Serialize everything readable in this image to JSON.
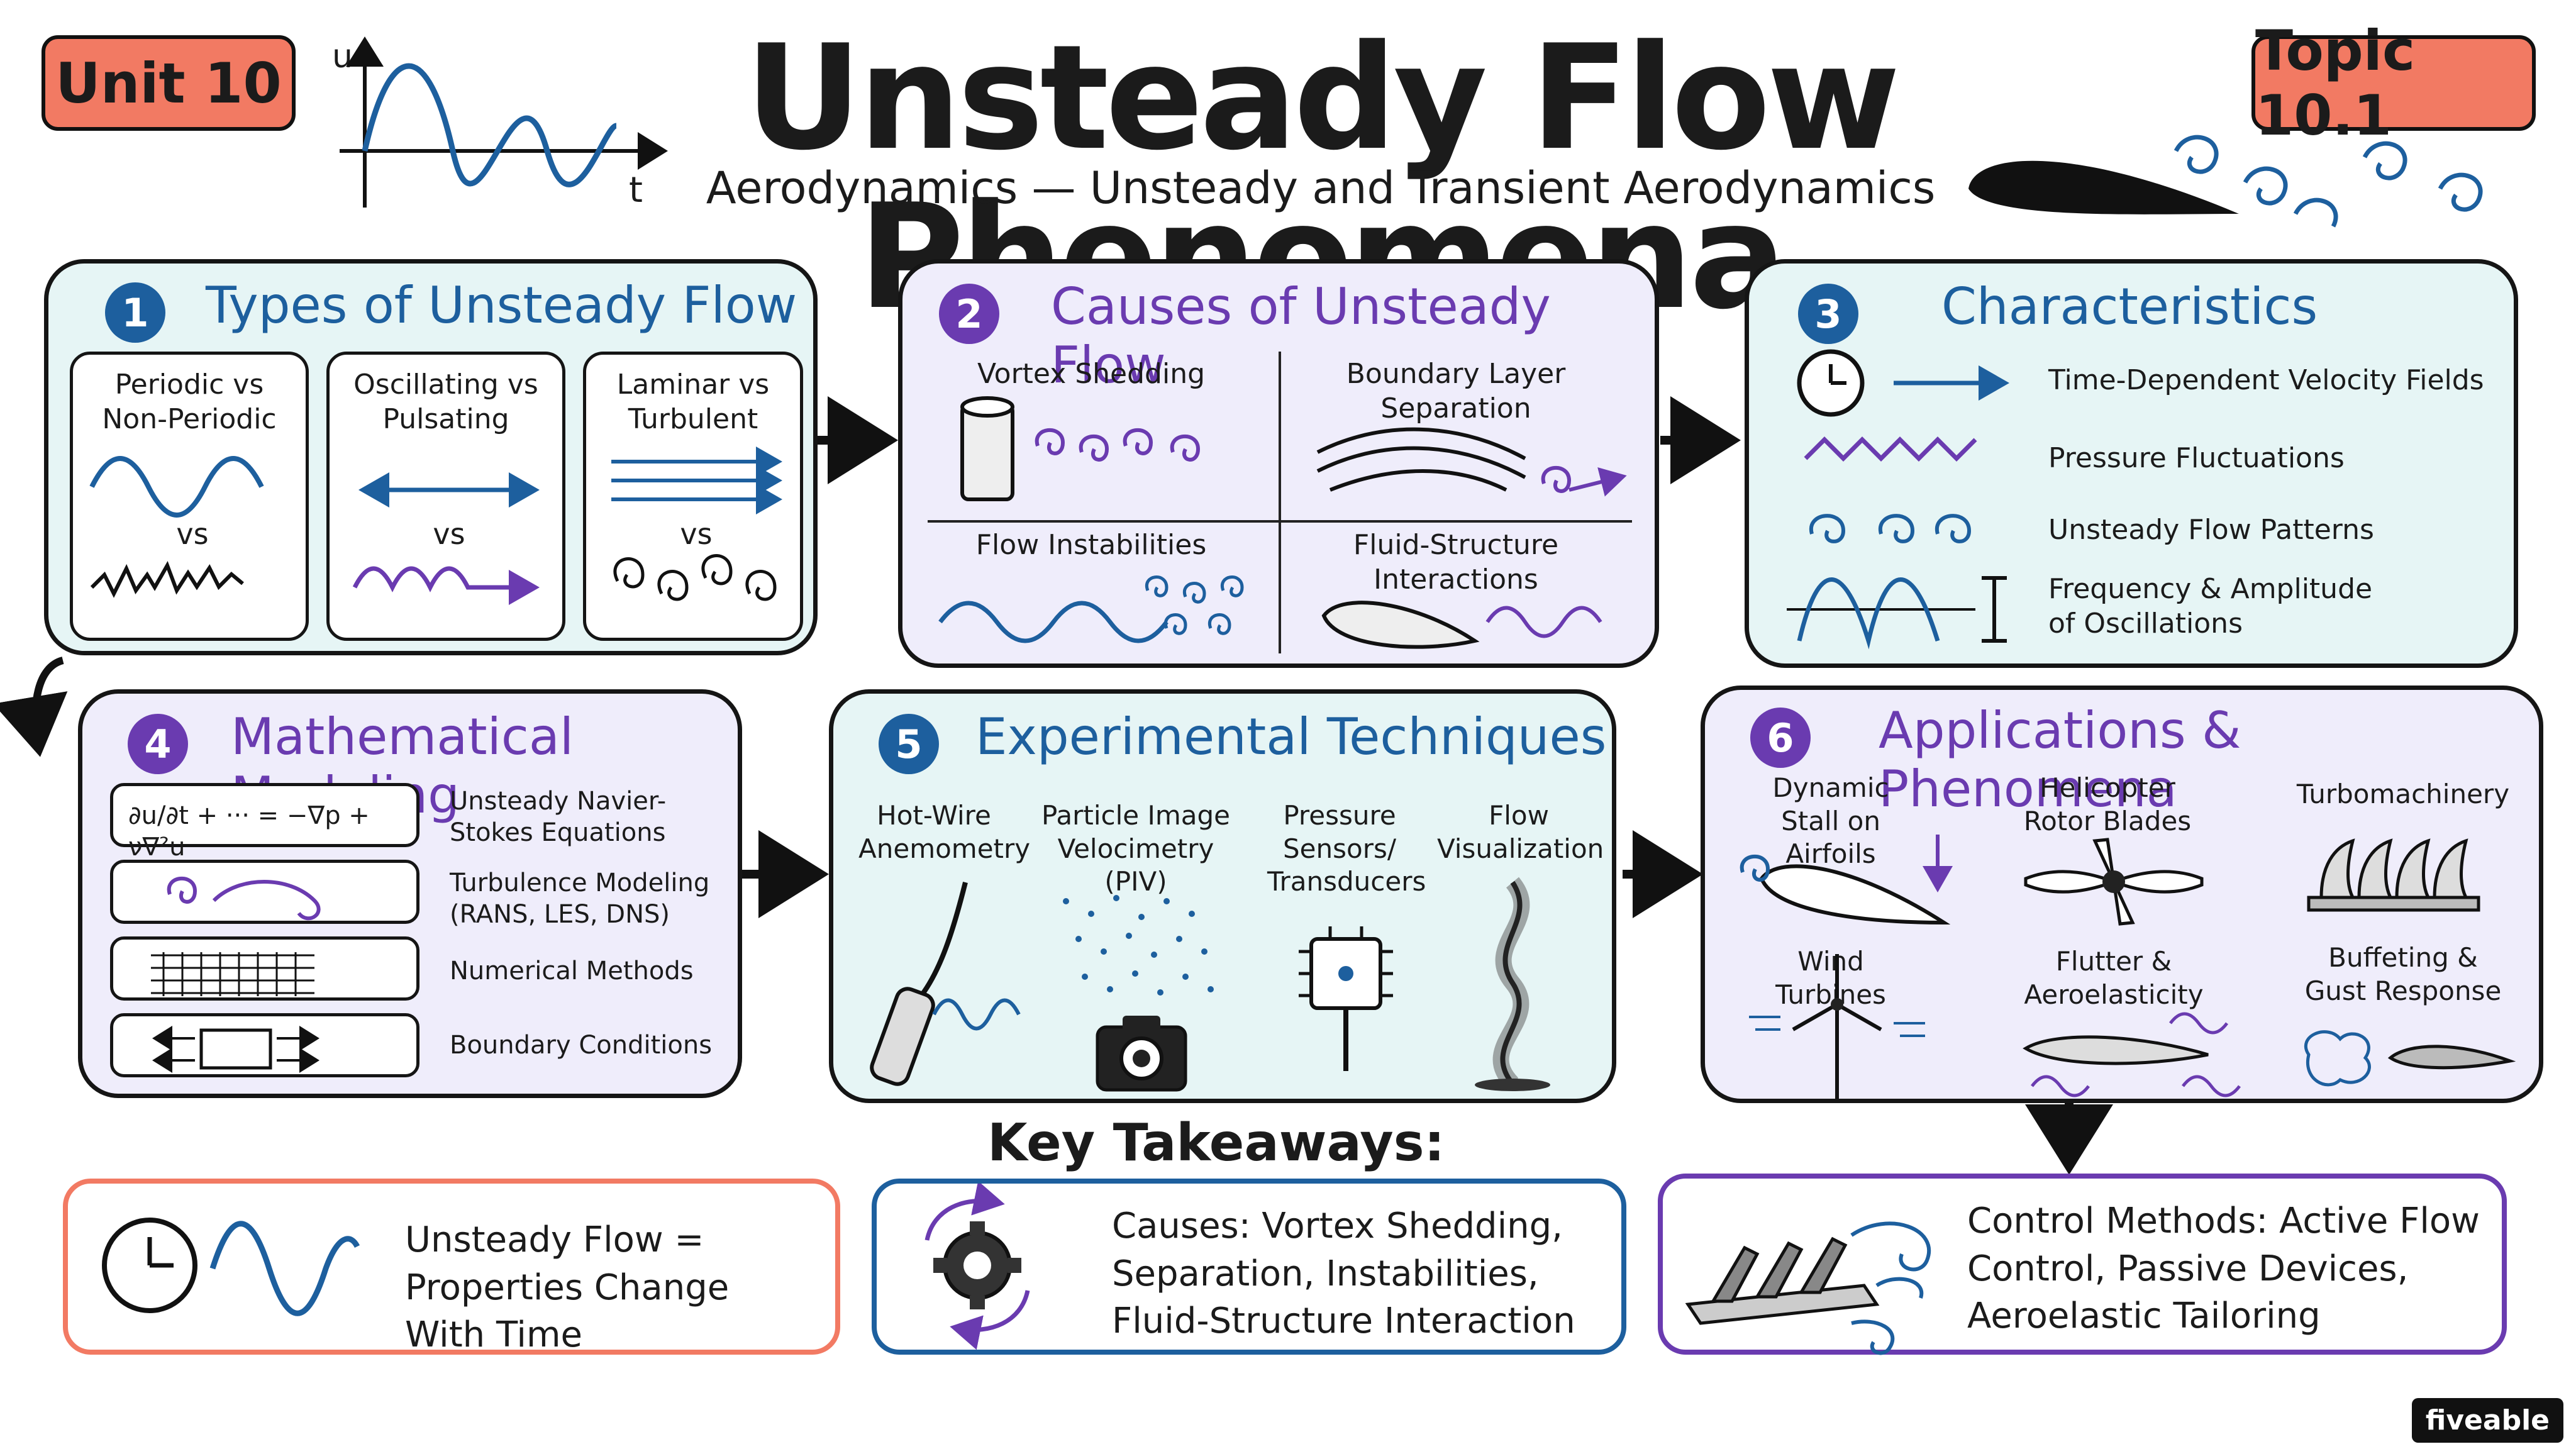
{
  "header": {
    "unit_badge": "Unit 10",
    "topic_badge": "Topic 10.1",
    "title": "Unsteady Flow Phenomena",
    "subtitle": "Aerodynamics — Unsteady and Transient Aerodynamics",
    "graph_axis_u": "u",
    "graph_axis_t": "t"
  },
  "panel1": {
    "number": "1",
    "title": "Types of Unsteady Flow",
    "cards": [
      {
        "label": "Periodic vs Non-Periodic",
        "vs": "vs"
      },
      {
        "label": "Oscillating vs Pulsating",
        "vs": "vs"
      },
      {
        "label": "Laminar vs Turbulent",
        "vs": "vs"
      }
    ]
  },
  "panel2": {
    "number": "2",
    "title": "Causes of Unsteady Flow",
    "items": [
      "Vortex Shedding",
      "Boundary Layer Separation",
      "Flow Instabilities",
      "Fluid-Structure Interactions"
    ]
  },
  "panel3": {
    "number": "3",
    "title": "Characteristics",
    "items": [
      "Time-Dependent Velocity Fields",
      "Pressure Fluctuations",
      "Unsteady Flow Patterns",
      "Frequency & Amplitude of Oscillations"
    ]
  },
  "panel4": {
    "number": "4",
    "title": "Mathematical Modeling",
    "equation": "∂u/∂t + ··· = −∇p + ν∇²u",
    "items": [
      "Unsteady Navier-Stokes Equations",
      "Turbulence Modeling (RANS, LES, DNS)",
      "Numerical Methods",
      "Boundary Conditions"
    ]
  },
  "panel5": {
    "number": "5",
    "title": "Experimental Techniques",
    "items": [
      "Hot-Wire Anemometry",
      "Particle Image Velocimetry (PIV)",
      "Pressure Sensors/ Transducers",
      "Flow Visualization"
    ]
  },
  "panel6": {
    "number": "6",
    "title": "Applications & Phenomena",
    "items": [
      "Dynamic Stall on Airfoils",
      "Helicopter Rotor Blades",
      "Turbomachinery",
      "Wind Turbines",
      "Flutter & Aeroelasticity",
      "Buffeting & Gust Response"
    ]
  },
  "takeaways": {
    "heading": "Key Takeaways:",
    "items": [
      "Unsteady Flow = Properties Change With Time",
      "Causes: Vortex Shedding, Separation, Instabilities, Fluid-Structure Interaction",
      "Control Methods: Active Flow Control, Passive Devices, Aeroelastic Tailoring"
    ]
  },
  "brand": "fiveable",
  "colors": {
    "blue": "#1d5f9e",
    "purple": "#6a3bb0",
    "salmon": "#f27a63",
    "teal_bg": "#e6f5f5",
    "lavender_bg": "#efedfb"
  }
}
